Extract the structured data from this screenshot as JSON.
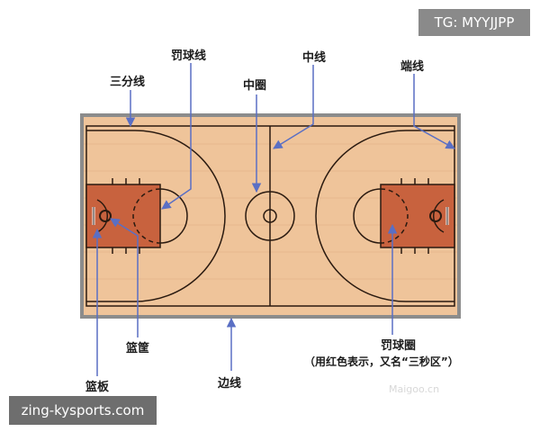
{
  "watermarks": {
    "top_right": "TG: MYYJJPP",
    "bottom_left": "zing-kysports.com",
    "site_mark": "Maigoo.cn"
  },
  "labels": {
    "free_throw_line": "罚球线",
    "center_line": "中线",
    "three_point_line": "三分线",
    "center_circle": "中圈",
    "end_line": "端线",
    "basket": "篮筐",
    "backboard": "篮板",
    "sideline": "边线",
    "free_throw_circle": "罚球圈",
    "free_throw_note": "（用红色表示，又名“三秒区”）"
  },
  "colors": {
    "court_wood": "#efc49a",
    "paint_red": "#c8623e",
    "border_gray": "#8c8c8c",
    "arrow_blue": "#5a6fc4",
    "line_dark": "#2a1a10"
  }
}
